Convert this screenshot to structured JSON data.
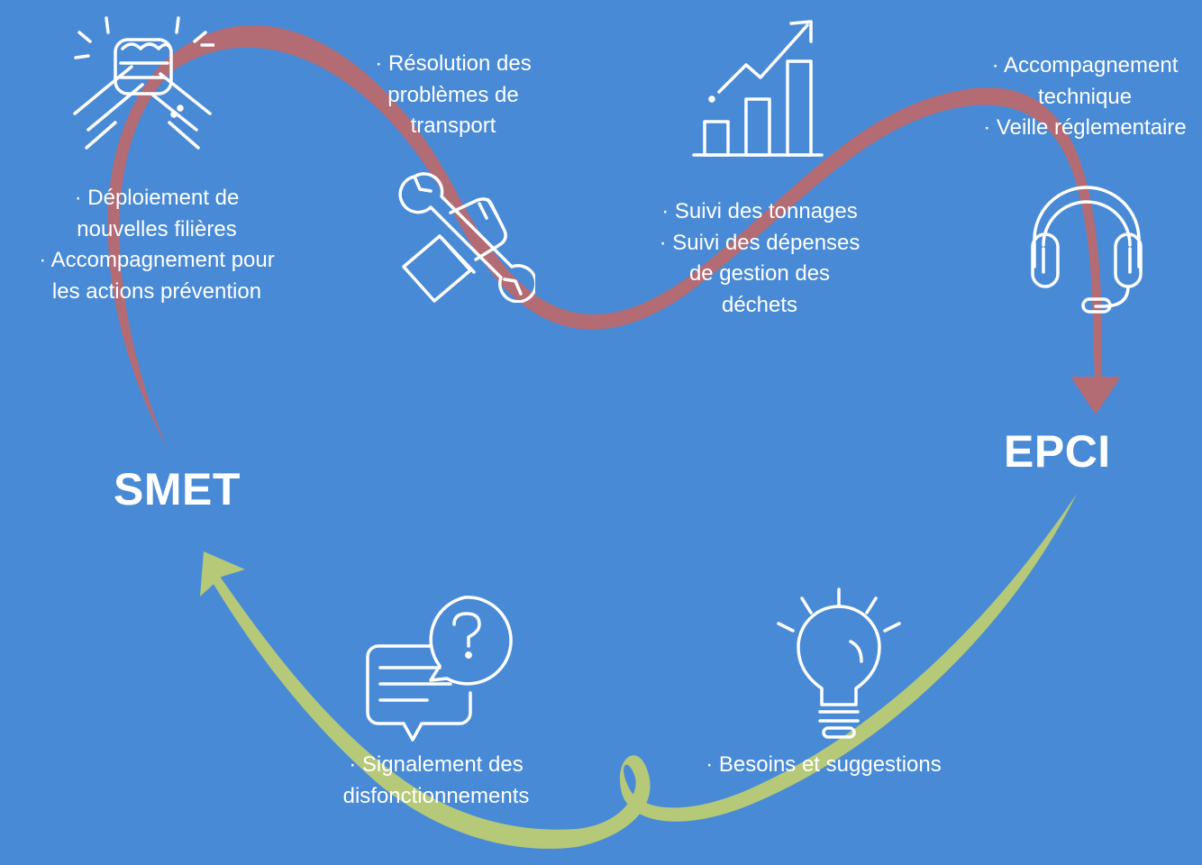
{
  "colors": {
    "background": "#498ad6",
    "red_flow": "#b36b74",
    "green_flow": "#b6c979",
    "icon_stroke": "#ffffff",
    "text": "#ffffff"
  },
  "nodes": {
    "smet": "SMET",
    "epci": "EPCI"
  },
  "services": {
    "filieres": [
      "· Déploiement de",
      "nouvelles filières",
      "· Accompagnement pour",
      "les actions prévention"
    ],
    "transport": [
      "· Résolution des",
      "problèmes de",
      "transport"
    ],
    "suivi": [
      "· Suivi des tonnages",
      "· Suivi des dépenses",
      "de gestion des",
      "déchets"
    ],
    "accompagnement": [
      "· Accompagnement",
      "technique",
      "· Veille réglementaire"
    ]
  },
  "feedback": {
    "signalement": [
      "· Signalement des",
      "disfonctionnements"
    ],
    "besoins": [
      "· Besoins et suggestions"
    ]
  },
  "icons": {
    "handshake": "handshake-icon",
    "tools": "wrench-hand-icon",
    "chart": "growth-chart-icon",
    "headset": "headset-icon",
    "chat": "question-chat-icon",
    "bulb": "lightbulb-icon"
  }
}
